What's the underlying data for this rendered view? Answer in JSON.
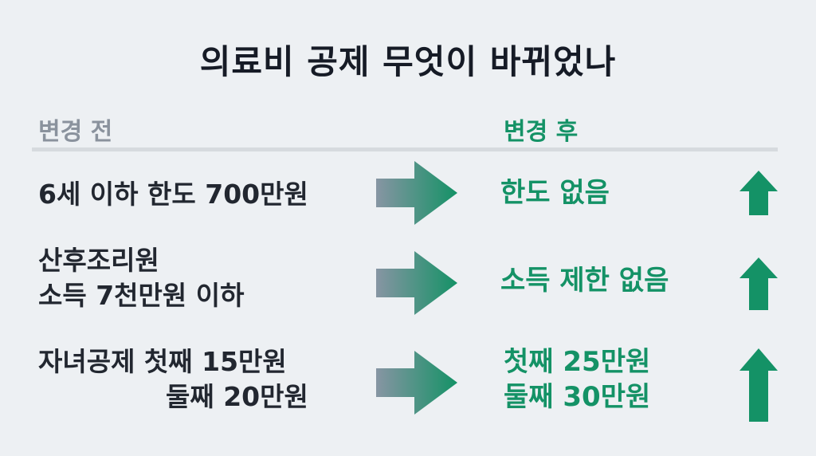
{
  "title": "의료비 공제 무엇이 바뀌었나",
  "headers": {
    "before": "변경 전",
    "after": "변경 후"
  },
  "colors": {
    "accent": "#149266",
    "muted": "#8a929d",
    "text": "#222730",
    "background": "#edf0f3"
  },
  "rows": [
    {
      "before": [
        "6세 이하 한도 700만원"
      ],
      "after": [
        "한도 없음"
      ],
      "arrow_icon": "right-arrow",
      "trend_icon": "up-arrow"
    },
    {
      "before": [
        "산후조리원",
        "소득 7천만원 이하"
      ],
      "after": [
        "소득 제한 없음"
      ],
      "arrow_icon": "right-arrow",
      "trend_icon": "up-arrow"
    },
    {
      "before": [
        "자녀공제 첫째 15만원",
        "둘째 20만원"
      ],
      "after": [
        "첫째 25만원",
        "둘째 30만원"
      ],
      "arrow_icon": "right-arrow",
      "trend_icon": "up-arrow"
    }
  ]
}
